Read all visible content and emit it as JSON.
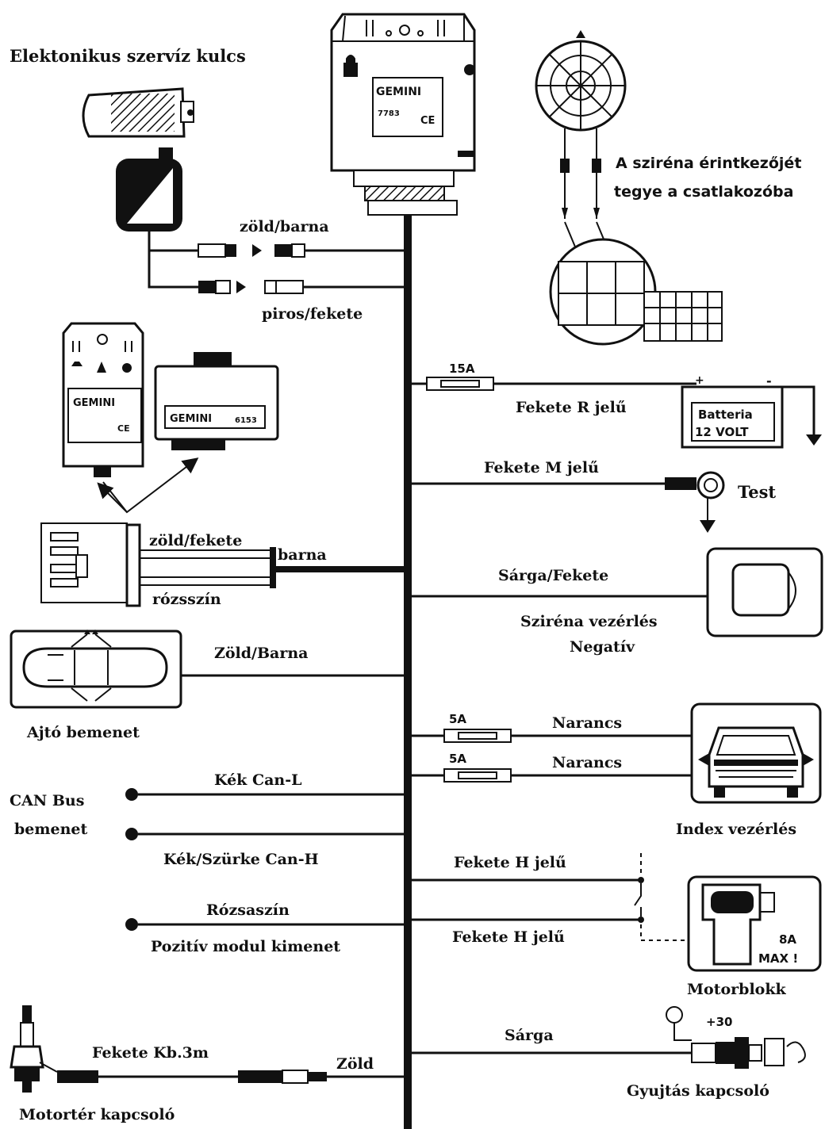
{
  "labels": {
    "service_key": "Elektonikus szervíz kulcs",
    "siren_contact_1": "A sziréna érintkezőjét",
    "siren_contact_2": "tegye a csatlakozóba",
    "green_brown": "zöld/barna",
    "red_black": "piros/fekete",
    "fuse_15a": "15A",
    "black_r": "Fekete R jelű",
    "battery_1": "Batteria",
    "battery_2": "12 VOLT",
    "black_m": "Fekete M jelű",
    "ground": "Test",
    "green_black": "zöld/fekete",
    "brown": "barna",
    "pink": "rózsszín",
    "yellow_black": "Sárga/Fekete",
    "siren_control_1": "Sziréna vezérlés",
    "siren_control_2": "Negatív",
    "door_wire": "Zöld/Barna",
    "door_input": "Ajtó bemenet",
    "fuse_5a_1": "5A",
    "fuse_5a_2": "5A",
    "orange_1": "Narancs",
    "orange_2": "Narancs",
    "index_control": "Index vezérlés",
    "can_l": "Kék Can-L",
    "can_bus_1": "CAN Bus",
    "can_bus_2": "bemenet",
    "can_h": "Kék/Szürke Can-H",
    "black_h_1": "Fekete H jelű",
    "black_h_2": "Fekete H jelű",
    "max_1": "8A",
    "max_2": "MAX !",
    "engine_block": "Motorblokk",
    "pink_2": "Rózsaszín",
    "positive_out": "Pozitív modul kimenet",
    "yellow": "Sárga",
    "plus30": "+30",
    "ignition": "Gyujtás kapcsoló",
    "black_3m": "Fekete Kb.3m",
    "green": "Zöld",
    "hood_switch": "Motortér kapcsoló",
    "brand_main": "GEMINI",
    "brand_pager": "GEMINI",
    "brand_receiver": "GEMINI",
    "main_model": "7783",
    "receiver_model": "6153",
    "ce_mark": "CE"
  },
  "colors": {
    "ink": "#111111",
    "paper": "#ffffff"
  }
}
